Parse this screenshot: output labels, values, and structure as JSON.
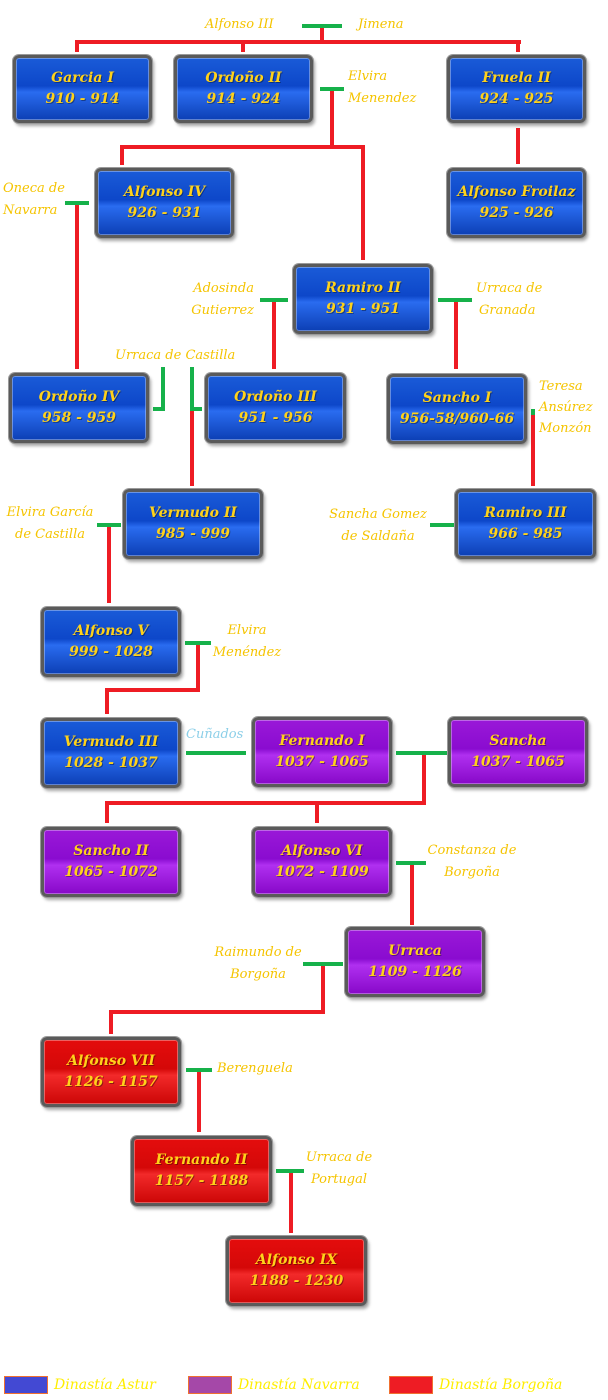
{
  "title": "Árbol genealógico de los reyes de León",
  "colors": {
    "line_descent": "#ee1c24",
    "line_marriage": "#16b14a",
    "text_gold": "#ffd21a",
    "spouse_text": "#f5c400",
    "note_text": "#8ccfe8",
    "dinastia_astur": "#4349d3",
    "dinastia_navarra": "#a548a8",
    "dinastia_borgona": "#ee1c24"
  },
  "kings": {
    "garcia_i": {
      "name": "Garcia I",
      "reign": "910 - 914",
      "dynasty": "astur"
    },
    "ordono_ii": {
      "name": "Ordoño II",
      "reign": "914 - 924",
      "dynasty": "astur"
    },
    "fruela_ii": {
      "name": "Fruela II",
      "reign": "924 - 925",
      "dynasty": "astur"
    },
    "alfonso_iv": {
      "name": "Alfonso IV",
      "reign": "926 - 931",
      "dynasty": "astur"
    },
    "alfonso_froilaz": {
      "name": "Alfonso Froilaz",
      "reign": "925 - 926",
      "dynasty": "astur"
    },
    "ramiro_ii": {
      "name": "Ramiro II",
      "reign": "931 - 951",
      "dynasty": "astur"
    },
    "ordono_iv": {
      "name": "Ordoño IV",
      "reign": "958 - 959",
      "dynasty": "astur"
    },
    "ordono_iii": {
      "name": "Ordoño III",
      "reign": "951 - 956",
      "dynasty": "astur"
    },
    "sancho_i": {
      "name": "Sancho I",
      "reign": "956-58/960-66",
      "dynasty": "astur"
    },
    "vermudo_ii": {
      "name": "Vermudo II",
      "reign": "985 - 999",
      "dynasty": "astur"
    },
    "ramiro_iii": {
      "name": "Ramiro III",
      "reign": "966 - 985",
      "dynasty": "astur"
    },
    "alfonso_v": {
      "name": "Alfonso V",
      "reign": "999 - 1028",
      "dynasty": "astur"
    },
    "vermudo_iii": {
      "name": "Vermudo III",
      "reign": "1028 - 1037",
      "dynasty": "astur"
    },
    "fernando_i": {
      "name": "Fernando I",
      "reign": "1037 - 1065",
      "dynasty": "navarra"
    },
    "sancha": {
      "name": "Sancha",
      "reign": "1037 - 1065",
      "dynasty": "navarra"
    },
    "sancho_ii": {
      "name": "Sancho II",
      "reign": "1065 - 1072",
      "dynasty": "navarra"
    },
    "alfonso_vi": {
      "name": "Alfonso VI",
      "reign": "1072 - 1109",
      "dynasty": "navarra"
    },
    "urraca": {
      "name": "Urraca",
      "reign": "1109 - 1126",
      "dynasty": "navarra"
    },
    "alfonso_vii": {
      "name": "Alfonso VII",
      "reign": "1126 - 1157",
      "dynasty": "borgona"
    },
    "fernando_ii": {
      "name": "Fernando II",
      "reign": "1157 - 1188",
      "dynasty": "borgona"
    },
    "alfonso_ix": {
      "name": "Alfonso IX",
      "reign": "1188 - 1230",
      "dynasty": "borgona"
    }
  },
  "spouses": {
    "alfonso_iii": {
      "line1": "Alfonso III"
    },
    "jimena": {
      "line1": "Jimena"
    },
    "elvira_menendez_1": {
      "line1": "Elvira",
      "line2": "Menendez"
    },
    "oneca": {
      "line1": "Oneca de",
      "line2": "Navarra"
    },
    "adosinda": {
      "line1": "Adosinda",
      "line2": "Gutierrez"
    },
    "urraca_granada": {
      "line1": "Urraca de",
      "line2": "Granada"
    },
    "urraca_castilla": {
      "line1": "Urraca de Castilla"
    },
    "teresa": {
      "line1": "Teresa",
      "line2": "Ansúrez",
      "line3": "Monzón"
    },
    "elvira_garcia": {
      "line1": "Elvira García",
      "line2": "de Castilla"
    },
    "sancha_gomez": {
      "line1": "Sancha Gomez",
      "line2": "de Saldaña"
    },
    "elvira_menendez_2": {
      "line1": "Elvira",
      "line2": "Menéndez"
    },
    "constanza": {
      "line1": "Constanza de",
      "line2": "Borgoña"
    },
    "raimundo": {
      "line1": "Raimundo de",
      "line2": "Borgoña"
    },
    "berenguela": {
      "line1": "Berenguela"
    },
    "urraca_portugal": {
      "line1": "Urraca de",
      "line2": "Portugal"
    }
  },
  "notes": {
    "cunados": "Cuñados"
  },
  "legend": [
    {
      "label": "Dinastía Astur",
      "color": "#4349d3"
    },
    {
      "label": "Dinastía Navarra",
      "color": "#a548a8"
    },
    {
      "label": "Dinastía Borgoña",
      "color": "#ee1c24"
    }
  ]
}
